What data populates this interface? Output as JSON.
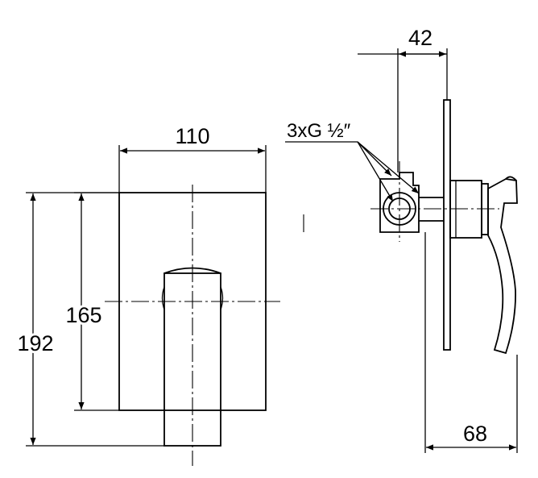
{
  "front_view": {
    "width_label": "110",
    "height_label": "165",
    "overall_height_label": "192"
  },
  "side_view": {
    "depth_label": "42",
    "overall_depth_label": "68",
    "connection_label": "3xG ½″"
  }
}
